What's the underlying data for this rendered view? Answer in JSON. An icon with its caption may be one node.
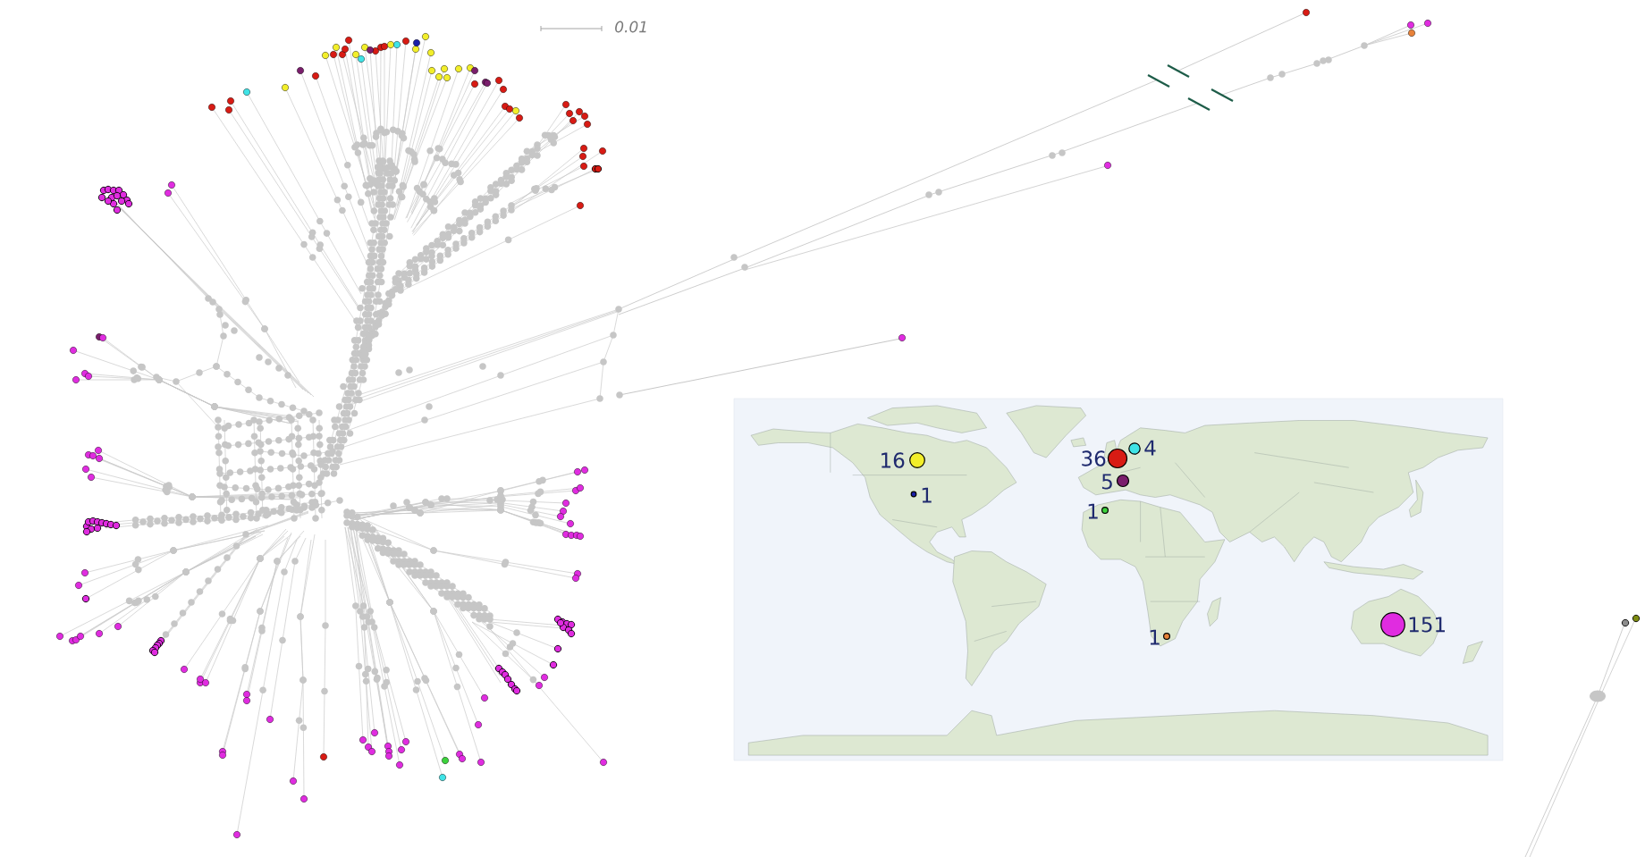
{
  "diagram": {
    "labels": [
      "0.01",
      "16",
      "36",
      "4",
      "5",
      "1",
      "1",
      "151",
      "1"
    ]
  }
}
